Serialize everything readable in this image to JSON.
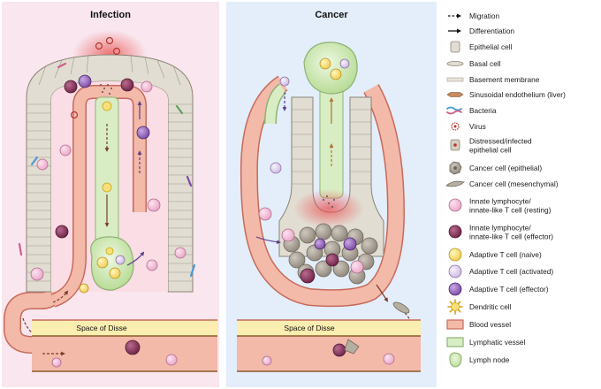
{
  "panels": {
    "infection_title": "Infection",
    "cancer_title": "Cancer",
    "disse_label": "Space of Disse"
  },
  "legend": [
    {
      "icon": "migration-arrow-icon",
      "label": "Migration"
    },
    {
      "icon": "differentiation-arrow-icon",
      "label": "Differentiation"
    },
    {
      "icon": "epithelial-cell-icon",
      "label": "Epithelial cell"
    },
    {
      "icon": "basal-cell-icon",
      "label": "Basal cell"
    },
    {
      "icon": "basement-membrane-icon",
      "label": "Basement membrane"
    },
    {
      "icon": "sinusoidal-endothelium-icon",
      "label": "Sinusoidal endothelium (liver)"
    },
    {
      "icon": "bacteria-icon",
      "label": "Bacteria"
    },
    {
      "icon": "virus-icon",
      "label": "Virus"
    },
    {
      "icon": "distressed-cell-icon",
      "label": "Distressed/infected",
      "label2": "epithelial cell"
    },
    {
      "icon": "cancer-cell-epithelial-icon",
      "label": "Cancer cell (epithelial)"
    },
    {
      "icon": "cancer-cell-mesenchymal-icon",
      "label": "Cancer cell (mesenchymal)"
    },
    {
      "icon": "innate-resting-icon",
      "label": "Innate lymphocyte/",
      "label2": "innate-like T cell (resting)"
    },
    {
      "icon": "innate-effector-icon",
      "label": "Innate lymphocyte/",
      "label2": "innate-like T cell (effector)"
    },
    {
      "icon": "adaptive-naive-icon",
      "label": "Adaptive T cell (naive)"
    },
    {
      "icon": "adaptive-activated-icon",
      "label": "Adaptive T cell (activated)"
    },
    {
      "icon": "adaptive-effector-icon",
      "label": "Adaptive T cell (effector)"
    },
    {
      "icon": "dendritic-cell-icon",
      "label": "Dendritic cell"
    },
    {
      "icon": "blood-vessel-icon",
      "label": "Blood vessel"
    },
    {
      "icon": "lymphatic-vessel-icon",
      "label": "Lymphatic vessel"
    },
    {
      "icon": "lymph-node-icon",
      "label": "Lymph node"
    }
  ],
  "colors": {
    "infection_bg": "#f9e6ee",
    "cancer_bg": "#e3eefa",
    "blood_vessel": "#f3b9a9",
    "lymphatic": "#d9edc5",
    "epithelium": "#e2ddd3",
    "innate_resting": "#f5c4dc",
    "innate_effector": "#8b3a5e",
    "adaptive_naive": "#f9e27a",
    "adaptive_activated": "#e7dcf1",
    "adaptive_effector": "#9b6fbf",
    "disse": "#fbeeb0"
  }
}
